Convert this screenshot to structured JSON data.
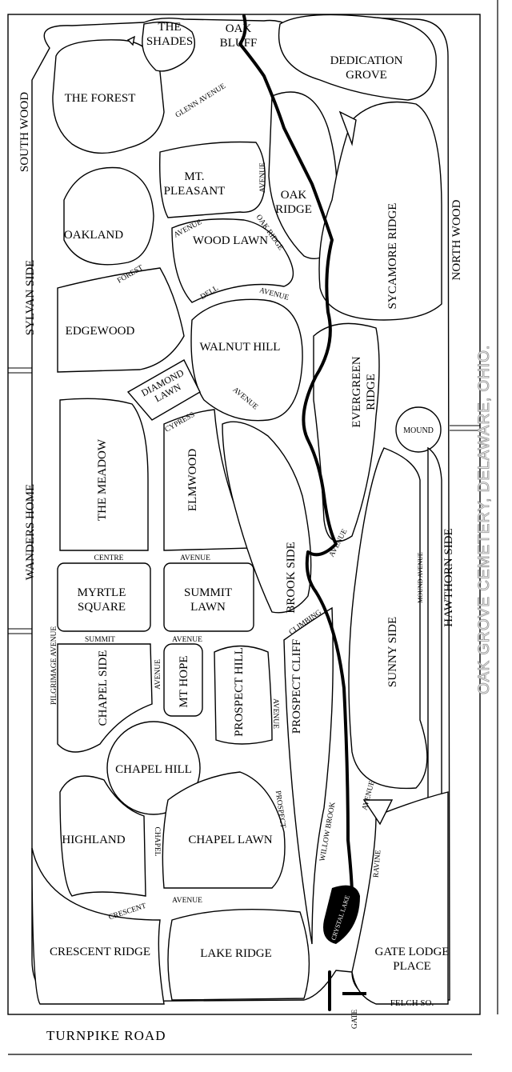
{
  "caption": "OAK GROVE CEMETERY, DELAWARE, OHIO.",
  "road": "TURNPIKE ROAD",
  "sections": {
    "the_shades": [
      "THE",
      "SHADES"
    ],
    "oak_bluff": [
      "OAK",
      "BLUFF"
    ],
    "dedication_grove": [
      "DEDICATION",
      "GROVE"
    ],
    "the_forest": "THE FOREST",
    "south_wood": "SOUTH WOOD",
    "mt_pleasant": [
      "MT.",
      "PLEASANT"
    ],
    "oak_ridge": [
      "OAK",
      "RIDGE"
    ],
    "sycamore_ridge": "SYCAMORE  RIDGE",
    "north_wood": "NORTH WOOD",
    "oakland": "OAKLAND",
    "wood_lawn": "WOOD LAWN",
    "sylvan_side": "SYLVAN SIDE",
    "edgewood": "EDGEWOOD",
    "walnut_hill": "WALNUT HILL",
    "diamond_lawn": [
      "DIAMOND",
      "LAWN"
    ],
    "evergreen_ridge": [
      "EVERGREEN",
      "RIDGE"
    ],
    "mound": "MOUND",
    "the_meadow": "THE MEADOW",
    "elmwood": "ELMWOOD",
    "wanders_home": "WANDERS HOME",
    "hawthorn_side": "HAWTHORN SIDE",
    "brook_side": "BROOK SIDE",
    "myrtle_square": [
      "MYRTLE",
      "SQUARE"
    ],
    "summit_lawn": [
      "SUMMIT",
      "LAWN"
    ],
    "sunny_side": "SUNNY SIDE",
    "chapel_side": "CHAPEL SIDE",
    "mt_hope": "MT HOPE",
    "prospect_hill": "PROSPECT HILL",
    "prospect_cliff": "PROSPECT CLIFF",
    "chapel_hill": "CHAPEL HILL",
    "highland": "HIGHLAND",
    "chapel_lawn": "CHAPEL LAWN",
    "crescent_ridge": "CRESCENT RIDGE",
    "lake_ridge": "LAKE RIDGE",
    "gate_lodge_place": [
      "GATE  LODGE",
      "PLACE"
    ],
    "felch_so": "FELCH SO.",
    "gate": "GATE",
    "crystal_lake": "CRYSTAL LAKE",
    "willow_brook": "WILLOW BROOK"
  },
  "streets": {
    "glenn_avenue": "GLENN  AVENUE",
    "avenue": "AVENUE",
    "oak_ridge": "OAK RIDGE",
    "forest": "FOREST",
    "dell": "DELL",
    "cypress": "CYPRESS",
    "centre": "CENTRE",
    "summit": "SUMMIT",
    "pilgrimage_avenue": "PILGRIMAGE AVENUE",
    "prospect": "PROSPECT",
    "chapel": "CHAPEL",
    "crescent": "CRESCENT",
    "climbing": "CLIMBING",
    "mound_avenue": "MOUND AVENUE",
    "ravine": "RAVINE"
  }
}
